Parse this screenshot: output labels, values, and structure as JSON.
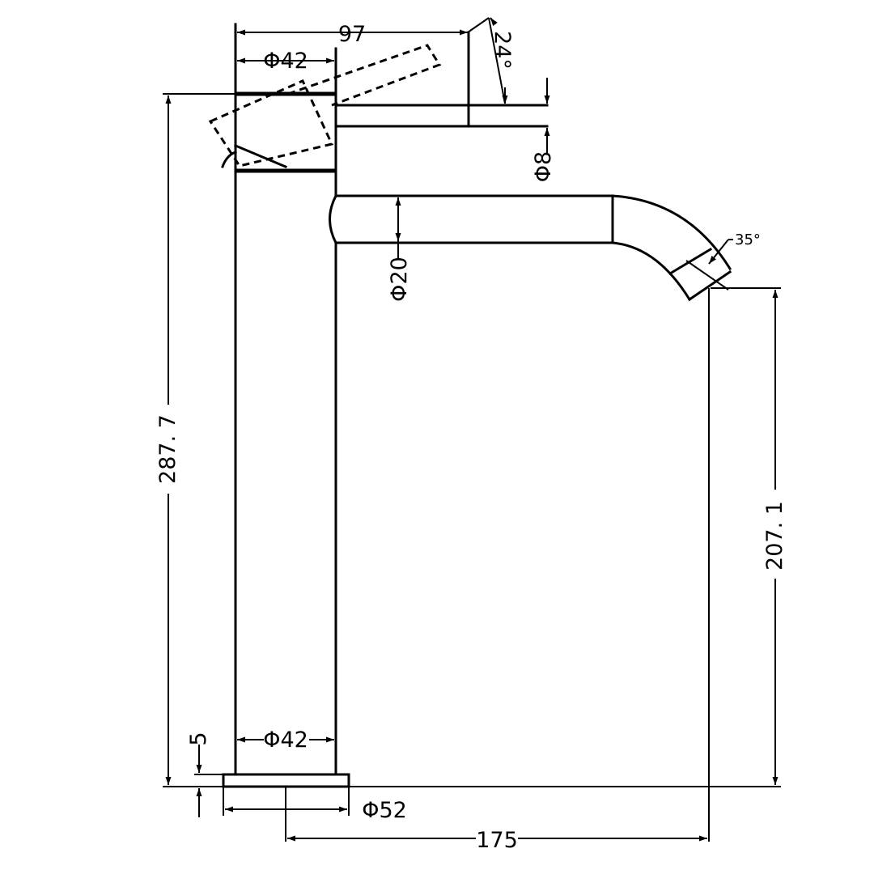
{
  "drawing": {
    "colors": {
      "line": "#000000",
      "background": "#ffffff"
    },
    "dimensions": {
      "handle_reach": "97",
      "handle_diameter": "Φ42",
      "lever_angle": "24°",
      "handle_stem_diameter": "Φ8",
      "spout_diameter": "Φ20",
      "spout_tip_angle": "35°",
      "overall_height": "287. 7",
      "outlet_height": "207. 1",
      "body_diameter": "Φ42",
      "base_thickness": "5",
      "base_diameter": "Φ52",
      "spout_reach": "175"
    }
  }
}
